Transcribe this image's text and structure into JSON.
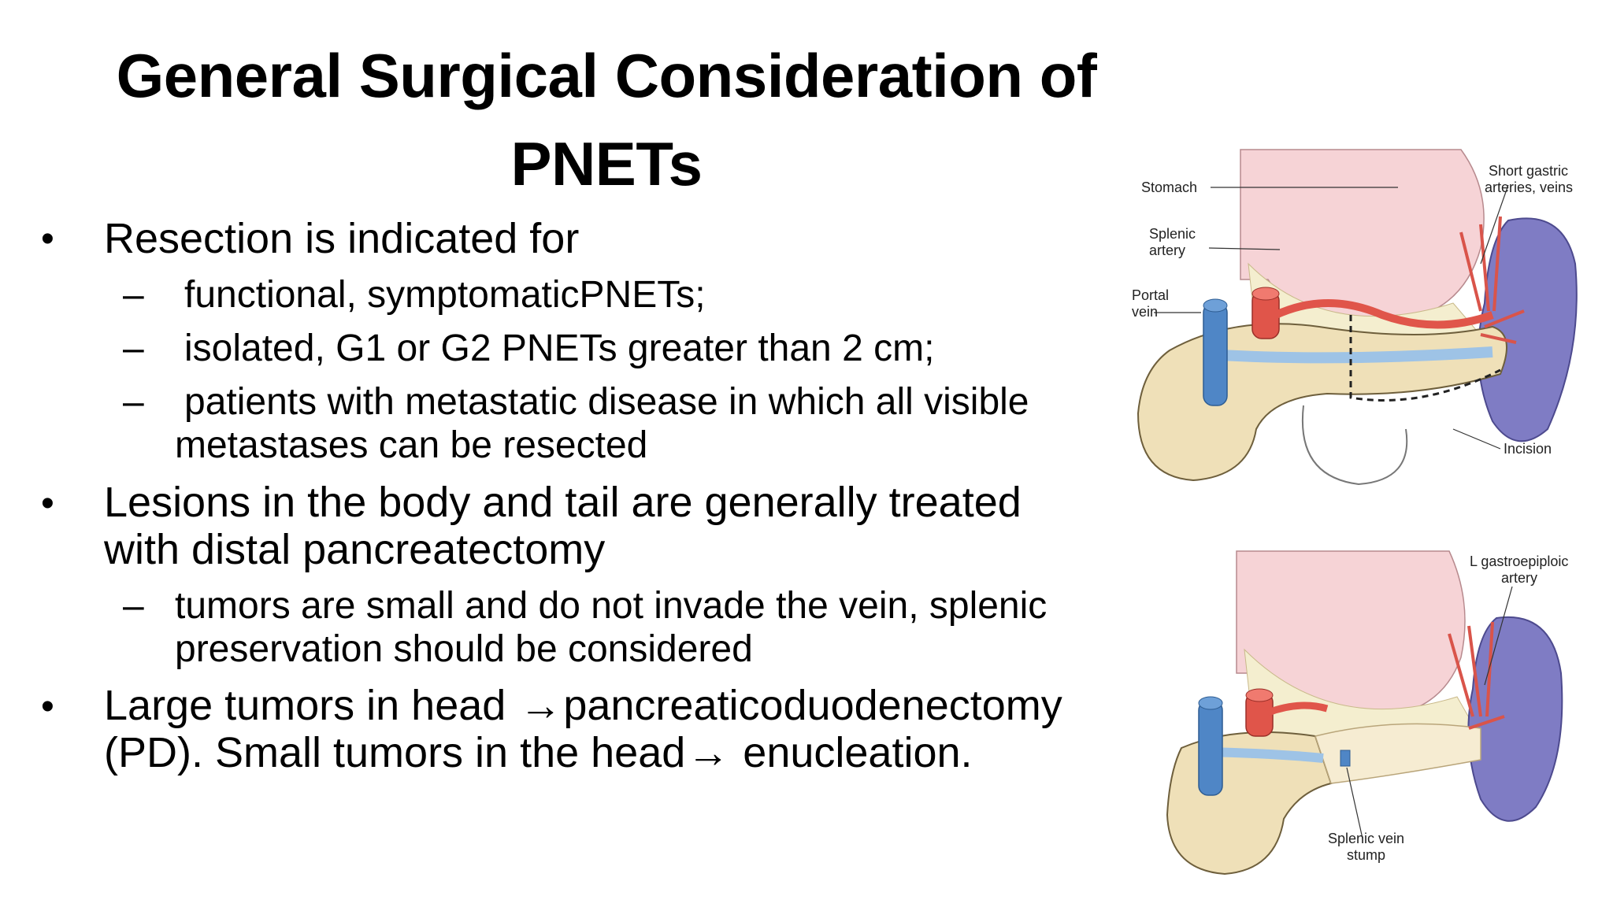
{
  "slide": {
    "title_line1": "General Surgical Consideration of",
    "title_line2": "PNETs",
    "bullets": [
      {
        "text": "Resection is indicated for",
        "subs": [
          "functional, symptomaticPNETs;",
          "isolated, G1 or G2 PNETs greater than 2 cm;",
          "patients with metastatic disease in which all visible",
          "metastases can be resected"
        ]
      },
      {
        "text_line1": "Lesions in the body and tail are generally treated",
        "text_line2": "with distal pancreatectomy",
        "subs": [
          "tumors are small and do not invade the vein, splenic",
          "preservation should be considered"
        ]
      },
      {
        "text_line1a": "Large tumors in head ",
        "text_line1b": "pancreaticoduodenectomy",
        "text_line2a": "(PD). Small tumors in the head",
        "text_line2b": " enucleation."
      }
    ],
    "bullet_symbol": "•",
    "dash_symbol": "–",
    "arrow_symbol": "→"
  },
  "figure_top": {
    "labels": {
      "stomach": "Stomach",
      "splenic_artery_1": "Splenic",
      "splenic_artery_2": "artery",
      "portal_vein_1": "Portal",
      "portal_vein_2": "vein",
      "short_gastric_1": "Short gastric",
      "short_gastric_2": "arteries, veins",
      "incision": "Incision"
    }
  },
  "figure_bottom": {
    "labels": {
      "gastroepiploic_1": "L gastroepiploic",
      "gastroepiploic_2": "artery",
      "splenic_vein_1": "Splenic vein",
      "splenic_vein_2": "stump"
    }
  },
  "colors": {
    "stomach": "#f6d3d6",
    "pancreas": "#efe0b8",
    "spleen": "#7f7cc4",
    "artery": "#e0554a",
    "vein": "#4f86c6"
  }
}
